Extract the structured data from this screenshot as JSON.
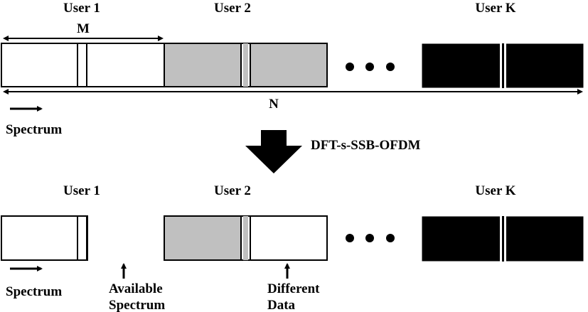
{
  "top": {
    "users": [
      "User 1",
      "User 2",
      "User K"
    ],
    "m_label": "M",
    "n_label": "N",
    "spectrum_label": "Spectrum"
  },
  "transform": {
    "label": "DFT-s-SSB-OFDM"
  },
  "bottom": {
    "users": [
      "User 1",
      "User 2",
      "User K"
    ],
    "spectrum_label": "Spectrum",
    "available_line1": "Available",
    "available_line2": "Spectrum",
    "different_line1": "Different",
    "different_line2": "Data"
  },
  "colors": {
    "user1_fill": "#ffffff",
    "user2_fill": "#c0c0c0",
    "userk_fill": "#000000",
    "line": "#000000"
  }
}
